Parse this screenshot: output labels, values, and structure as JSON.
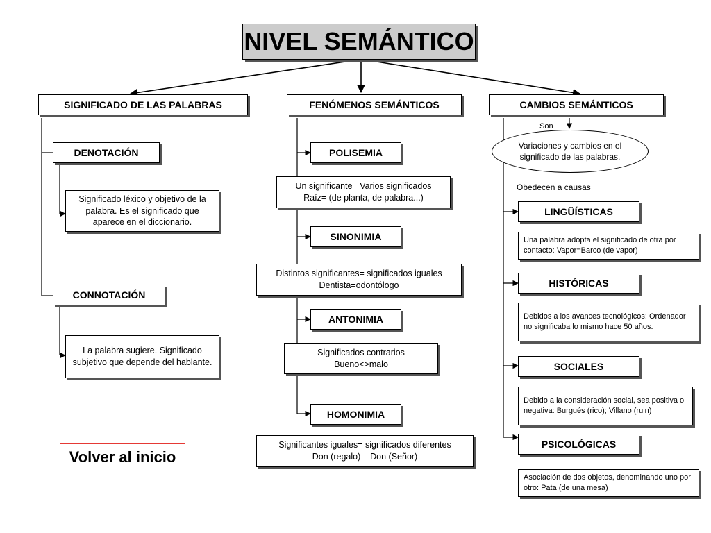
{
  "title": "NIVEL SEMÁNTICO",
  "columns": {
    "significado": {
      "header": "SIGNIFICADO DE LAS PALABRAS",
      "denotacion": {
        "label": "DENOTACIÓN",
        "desc": "Significado léxico y objetivo de la palabra. Es el significado que aparece en el diccionario."
      },
      "connotacion": {
        "label": "CONNOTACIÓN",
        "desc": "La palabra sugiere. Significado subjetivo que depende del hablante."
      }
    },
    "fenomenos": {
      "header": "FENÓMENOS SEMÁNTICOS",
      "polisemia": {
        "label": "POLISEMIA",
        "line1": "Un significante= Varios significados",
        "line2": "Raíz= (de planta, de palabra...)"
      },
      "sinonimia": {
        "label": "SINONIMIA",
        "line1": "Distintos significantes= significados iguales",
        "line2": "Dentista=odontólogo"
      },
      "antonimia": {
        "label": "ANTONIMIA",
        "line1": "Significados contrarios",
        "line2": "Bueno<>malo"
      },
      "homonimia": {
        "label": "HOMONIMIA",
        "line1": "Significantes iguales= significados diferentes",
        "line2": "Don (regalo) – Don (Señor)"
      }
    },
    "cambios": {
      "header": "CAMBIOS SEMÁNTICOS",
      "son": "Son",
      "definicion": "Variaciones y cambios en el significado de las palabras.",
      "obedecen": "Obedecen a causas",
      "linguisticas": {
        "label": "LINGÜÍSTICAS",
        "desc": "Una palabra adopta el significado de otra por contacto: Vapor=Barco (de vapor)"
      },
      "historicas": {
        "label": "HISTÓRICAS",
        "desc": "Debidos a los avances tecnológicos: Ordenador no significaba lo mismo hace 50 años."
      },
      "sociales": {
        "label": "SOCIALES",
        "desc": "Debido a la consideración social, sea positiva o negativa: Burgués (rico); Villano (ruin)"
      },
      "psicologicas": {
        "label": "PSICOLÓGICAS",
        "desc": "Asociación de dos objetos, denominando uno por otro:  Pata (de una mesa)"
      }
    }
  },
  "back_button": "Volver al inicio"
}
